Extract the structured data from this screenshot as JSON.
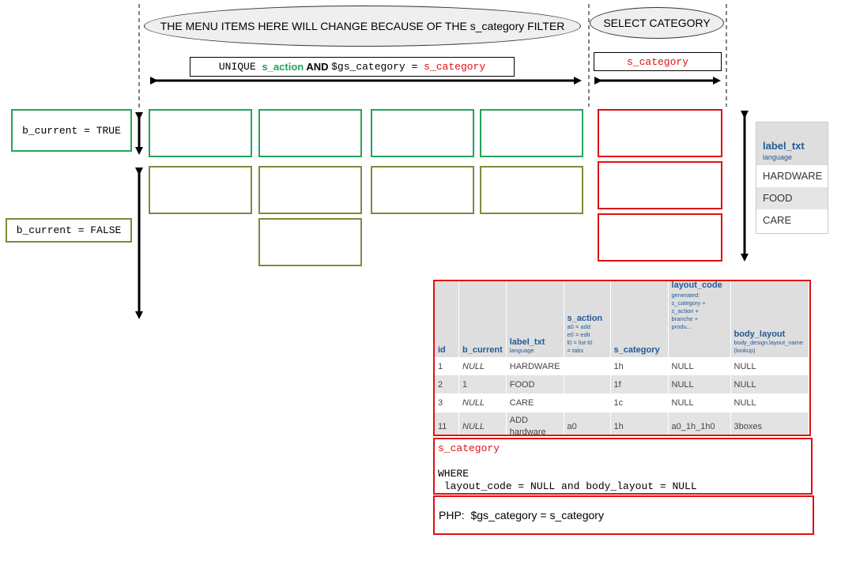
{
  "ellipses": {
    "menu_note": "THE MENU ITEMS HERE WILL CHANGE BECAUSE OF THE s_category FILTER",
    "select_category": "SELECT CATEGORY"
  },
  "unique_label": {
    "p1": "UNIQUE ",
    "p2": "s_action",
    "p3": " AND ",
    "p4": "$gs_category = ",
    "p5": "s_category"
  },
  "category_label": "s_category",
  "b_current_true": "b_current = TRUE",
  "b_current_false": "b_current = FALSE",
  "side_table": {
    "header": "label_txt",
    "subheader": "language",
    "rows": [
      "HARDWARE",
      "FOOD",
      "CARE"
    ]
  },
  "main_table": {
    "headers": [
      {
        "name": "id",
        "sub": ""
      },
      {
        "name": "b_current",
        "sub": ""
      },
      {
        "name": "label_txt",
        "sub": "language"
      },
      {
        "name": "s_action",
        "sub": "a0 = add\ne0 = edit\nl0 = list t0\n= tabs"
      },
      {
        "name": "s_category",
        "sub": ""
      },
      {
        "name": "layout_code",
        "sub": "generated:\ns_category +\ns_action +\nbranche +\nprodu..."
      },
      {
        "name": "body_layout",
        "sub": "body_design.layout_name\n(lookup)"
      }
    ],
    "rows": [
      [
        "1",
        "NULL",
        "HARDWARE",
        "",
        "1h",
        "NULL",
        "NULL"
      ],
      [
        "2",
        "1",
        "FOOD",
        "",
        "1f",
        "NULL",
        "NULL"
      ],
      [
        "3",
        "NULL",
        "CARE",
        "",
        "1c",
        "NULL",
        "NULL"
      ],
      [
        "11",
        "NULL",
        "ADD hardware",
        "a0",
        "1h",
        "a0_1h_1h0",
        "3boxes"
      ]
    ]
  },
  "code": {
    "line1": "s_category",
    "line2": "WHERE",
    "line3": " layout_code = NULL and body_layout = NULL"
  },
  "php": "PHP:  $gs_category = s_category",
  "colors": {
    "green": "#22a45a",
    "olive": "#7a8c3c",
    "red": "#e01010",
    "header_blue": "#235a96"
  }
}
